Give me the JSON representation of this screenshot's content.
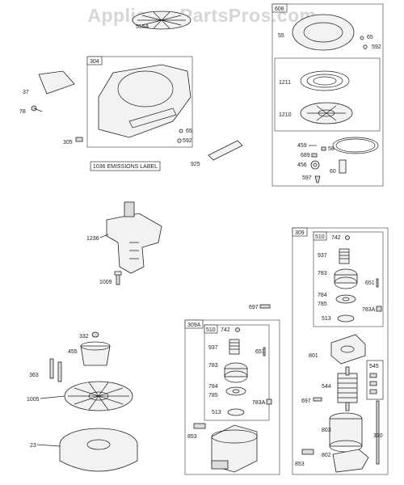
{
  "watermark": "AppliancePartsPros.com",
  "emissions_label": "1036 EMISSIONS LABEL",
  "group_tags": {
    "g304": "304",
    "g608": "608",
    "g309": "309",
    "g510a": "510",
    "g309a": "309A",
    "g510b": "510",
    "g545": "545"
  },
  "labels": {
    "p555a": "555A",
    "p37": "37",
    "p78": "78",
    "p305": "305",
    "p65a": "65",
    "p592a": "592",
    "p925": "925",
    "p55": "55",
    "p65b": "65",
    "p592b": "592",
    "p1211": "1211",
    "p1210": "1210",
    "p459": "459",
    "p689": "689",
    "p58": "58",
    "p456": "456",
    "p60": "60",
    "p597": "597",
    "p1236": "1236",
    "p1009": "1009",
    "p697a": "697",
    "p742a": "742",
    "p937a": "937",
    "p783a": "783",
    "p651a": "651",
    "p784a": "784",
    "p785a": "785",
    "p783Aa": "783A",
    "p513a": "513",
    "p332": "332",
    "p455": "455",
    "p363": "363",
    "p1005": "1005",
    "p23": "23",
    "p742b": "742",
    "p937b": "937",
    "p783b": "783",
    "p651b": "651",
    "p784b": "784",
    "p785b": "785",
    "p783Ab": "783A",
    "p513b": "513",
    "p853a": "853",
    "p801": "801",
    "p544": "544",
    "p697b": "697",
    "p803": "803",
    "p310": "310",
    "p802": "802",
    "p853b": "853"
  }
}
